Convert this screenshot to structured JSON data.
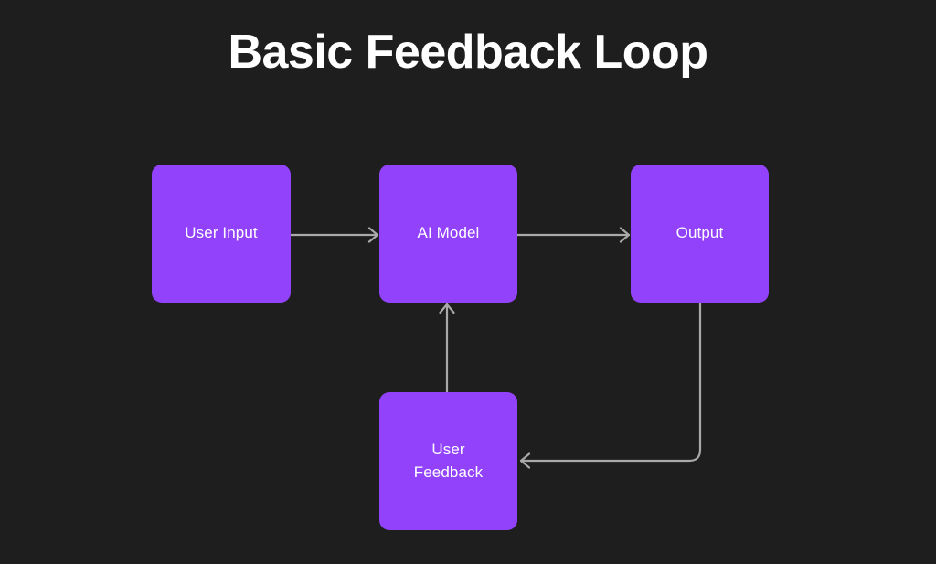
{
  "diagram": {
    "title": "Basic Feedback Loop",
    "background_color": "#1e1e1e",
    "node_color": "#9242fa",
    "node_text_color": "#ffffff",
    "connector_color": "#a9a9a9",
    "nodes": [
      {
        "id": "user-input",
        "label": "User Input",
        "line1": "User Input",
        "line2": ""
      },
      {
        "id": "ai-model",
        "label": "AI Model",
        "line1": "AI Model",
        "line2": ""
      },
      {
        "id": "output",
        "label": "Output",
        "line1": "Output",
        "line2": ""
      },
      {
        "id": "user-feedback",
        "label": "User Feedback",
        "line1": "User",
        "line2": "Feedback"
      }
    ],
    "connectors": [
      {
        "id": "user-input-to-ai-model",
        "from": "user-input",
        "to": "ai-model",
        "label": "",
        "style": "straight-arrow-right"
      },
      {
        "id": "ai-model-to-output",
        "from": "ai-model",
        "to": "output",
        "label": "",
        "style": "straight-arrow-right"
      },
      {
        "id": "output-to-user-feedback",
        "from": "output",
        "to": "user-feedback",
        "label": "",
        "style": "elbow-arrow-left"
      },
      {
        "id": "user-feedback-to-ai-model",
        "from": "user-feedback",
        "to": "ai-model",
        "label": "",
        "style": "straight-arrow-up"
      }
    ]
  }
}
